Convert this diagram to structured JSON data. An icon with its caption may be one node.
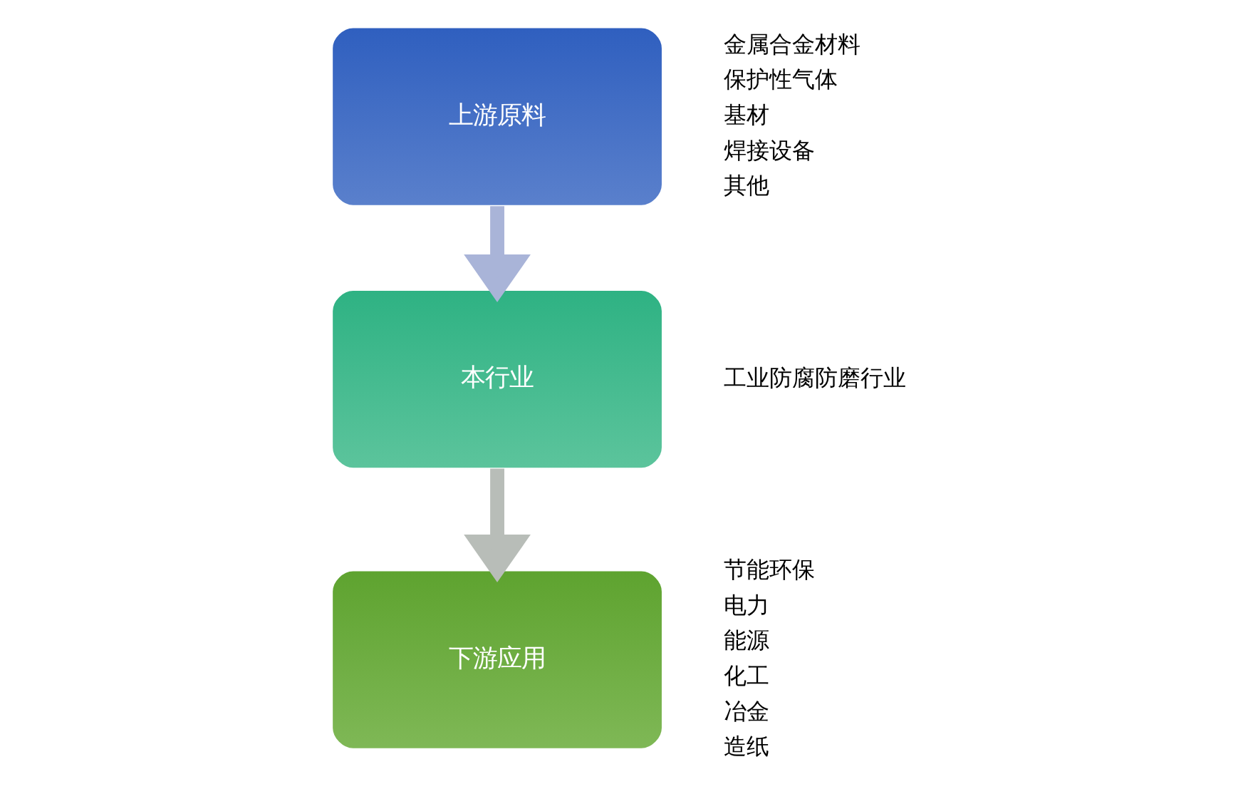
{
  "diagram": {
    "nodes": [
      {
        "text": [
          "上游原料"
        ],
        "beside": [
          "金属合金材料",
          "保护性气体",
          "基材",
          "焊接设备",
          "其他"
        ]
      },
      {
        "text": [
          "本行业"
        ],
        "beside": [
          "工业防腐防磨行业"
        ]
      },
      {
        "text": [
          "下游应用"
        ],
        "beside": [
          "节能环保",
          "电力",
          "能源",
          "化工",
          "冶金",
          "造纸"
        ]
      }
    ],
    "edges": [
      {
        "from": 0,
        "to": 1,
        "arrow": "to"
      },
      {
        "from": 1,
        "to": 2,
        "arrow": "to"
      }
    ]
  }
}
